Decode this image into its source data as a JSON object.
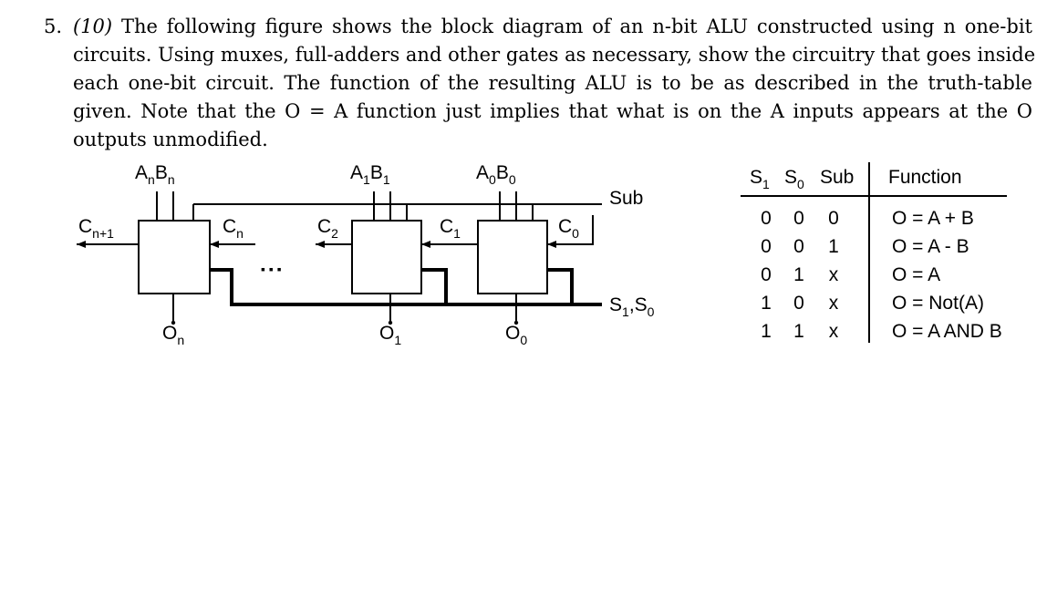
{
  "question": {
    "number": "5.",
    "points": "(10)",
    "lines": [
      "The following figure shows the block diagram of an n-bit ALU constructed using n one-bit",
      "circuits. Using muxes, full-adders and other gates as necessary, show the circuitry that goes inside",
      "each one-bit circuit. The function of the resulting ALU is to be as described in the truth-table",
      "given. Note that the O = A function just implies that what is on the A inputs appears at the O",
      "outputs unmodified."
    ]
  },
  "diagram": {
    "blocks": [
      {
        "a": "A",
        "b": "B",
        "sub": "n",
        "cin": "C",
        "cin_sub": "n",
        "out": "O",
        "out_sub": "n"
      },
      {
        "a": "A",
        "b": "B",
        "sub": "1",
        "cin": "C",
        "cin_sub": "1",
        "out": "O",
        "out_sub": "1"
      },
      {
        "a": "A",
        "b": "B",
        "sub": "0",
        "cin": "C",
        "cin_sub": "0",
        "out": "O",
        "out_sub": "0"
      }
    ],
    "cout": {
      "base": "C",
      "sub": "n+1"
    },
    "c2": {
      "base": "C",
      "sub": "2"
    },
    "ellipsis": "▪ ▪ ▪",
    "sub_label": "Sub",
    "select_label": {
      "s1": "S",
      "s1_sub": "1",
      "comma": ",",
      "s0": "S",
      "s0_sub": "0"
    }
  },
  "truth_table": {
    "headers": {
      "s1": "S",
      "s1_sub": "1",
      "s0": "S",
      "s0_sub": "0",
      "sub": "Sub",
      "function": "Function"
    },
    "rows": [
      {
        "s1": "0",
        "s0": "0",
        "sub": "0",
        "function": "O = A + B"
      },
      {
        "s1": "0",
        "s0": "0",
        "sub": "1",
        "function": "O = A - B"
      },
      {
        "s1": "0",
        "s0": "1",
        "sub": "x",
        "function": "O = A"
      },
      {
        "s1": "1",
        "s0": "0",
        "sub": "x",
        "function": "O = Not(A)"
      },
      {
        "s1": "1",
        "s0": "1",
        "sub": "x",
        "function": "O = A AND B"
      }
    ]
  }
}
